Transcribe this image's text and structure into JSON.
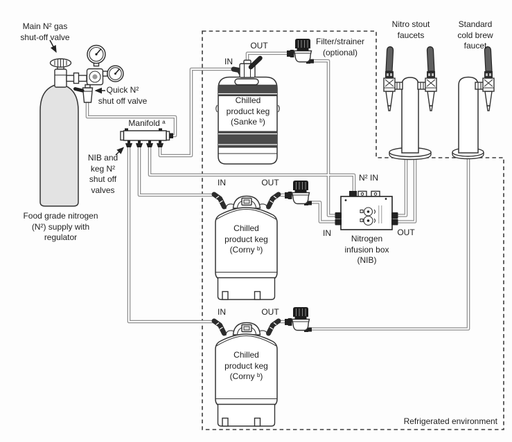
{
  "diagram": {
    "region_label": "Refrigerated environment",
    "supply": {
      "main_valve": "Main N² gas\nshut-off valve",
      "quick_valve": "Quick N²\nshut off valve",
      "tank": "Food grade nitrogen\n(N²) supply with\nregulator",
      "manifold": "Manifold ᵃ",
      "manifold_valves": "NIB and\nkeg N²\nshut off\nvalves"
    },
    "filter": "Filter/strainer\n(optional)",
    "kegs": {
      "sanke": {
        "in": "IN",
        "out": "OUT",
        "body": "Chilled\nproduct keg\n(Sanke ᵇ)"
      },
      "corny1": {
        "in": "IN",
        "out": "OUT",
        "body": "Chilled\nproduct keg\n(Corny ᵇ)"
      },
      "corny2": {
        "in": "IN",
        "out": "OUT",
        "body": "Chilled\nproduct keg\n(Corny ᵇ)"
      }
    },
    "nib": {
      "n2_in": "N² IN",
      "in": "IN",
      "out": "OUT",
      "label": "Nitrogen\ninfusion box\n(NIB)"
    },
    "faucets": {
      "nitro": "Nitro stout\nfaucets",
      "standard": "Standard\ncold brew\nfaucet"
    }
  }
}
